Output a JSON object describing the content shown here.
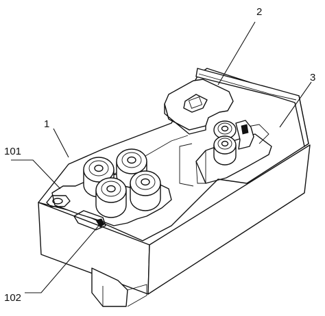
{
  "labels": {
    "part_1": "1",
    "part_2": "2",
    "part_3": "3",
    "part_101": "101",
    "part_102": "102"
  }
}
